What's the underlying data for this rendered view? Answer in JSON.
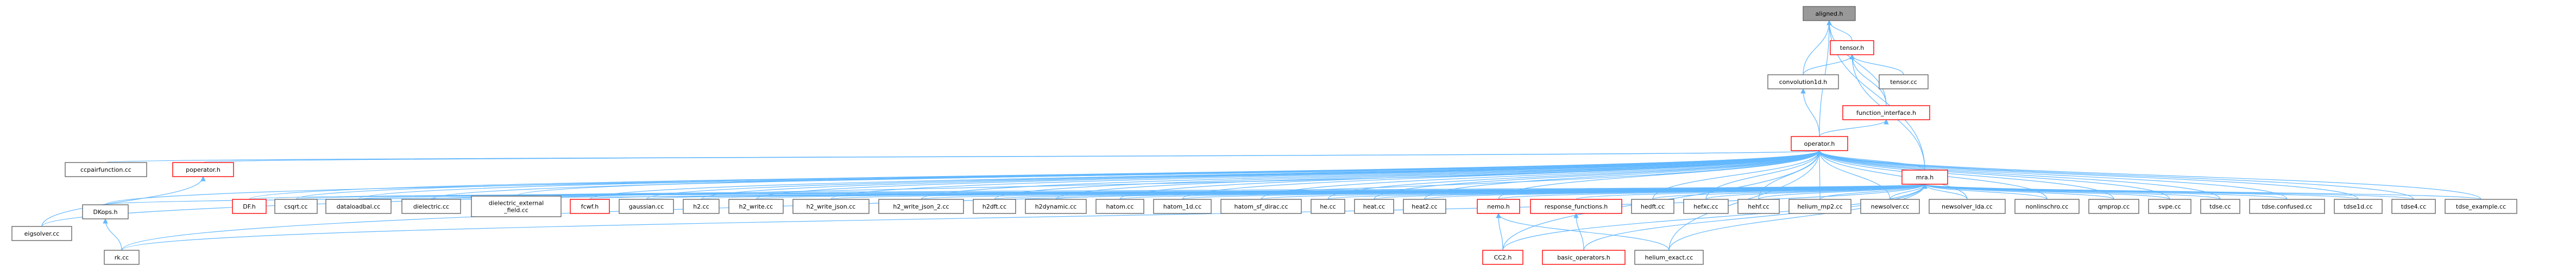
{
  "colors": {
    "edge": "#63b8ff",
    "default_border": "#666666",
    "highlight_border": "#ff0000",
    "root_fill": "#999999",
    "node_fill": "#ffffff"
  },
  "nodes": [
    {
      "id": "aligned",
      "label": "aligned.h",
      "style": "root"
    },
    {
      "id": "tensor_h",
      "label": "tensor.h",
      "style": "red"
    },
    {
      "id": "tensor_cc",
      "label": "tensor.cc",
      "style": "normal"
    },
    {
      "id": "convolution1d",
      "label": "convolution1d.h",
      "style": "normal"
    },
    {
      "id": "function_interface",
      "label": "function_interface.h",
      "style": "red"
    },
    {
      "id": "operator",
      "label": "operator.h",
      "style": "red"
    },
    {
      "id": "ccpar",
      "label": "ccpairfunction.cc",
      "style": "normal"
    },
    {
      "id": "poperator",
      "label": "poperator.h",
      "style": "red"
    },
    {
      "id": "mra",
      "label": "mra.h",
      "style": "red"
    },
    {
      "id": "eigsolver",
      "label": "eigsolver.cc",
      "style": "normal"
    },
    {
      "id": "dkops",
      "label": "DKops.h",
      "style": "normal"
    },
    {
      "id": "df",
      "label": "DF.h",
      "style": "red"
    },
    {
      "id": "csqrt",
      "label": "csqrt.cc",
      "style": "normal"
    },
    {
      "id": "dataloadbal",
      "label": "dataloadbal.cc",
      "style": "normal"
    },
    {
      "id": "dielectric",
      "label": "dielectric.cc",
      "style": "normal"
    },
    {
      "id": "dielectric_ext",
      "label": "dielectric_external\n_field.cc",
      "style": "normal"
    },
    {
      "id": "fcwf",
      "label": "fcwf.h",
      "style": "red"
    },
    {
      "id": "gaussian",
      "label": "gaussian.cc",
      "style": "normal"
    },
    {
      "id": "h2",
      "label": "h2.cc",
      "style": "normal"
    },
    {
      "id": "h2_write",
      "label": "h2_write.cc",
      "style": "normal"
    },
    {
      "id": "h2_write_json",
      "label": "h2_write_json.cc",
      "style": "normal"
    },
    {
      "id": "h2_write_json_2",
      "label": "h2_write_json_2.cc",
      "style": "normal"
    },
    {
      "id": "h2dft",
      "label": "h2dft.cc",
      "style": "normal"
    },
    {
      "id": "h2dynamic",
      "label": "h2dynamic.cc",
      "style": "normal"
    },
    {
      "id": "hatom",
      "label": "hatom.cc",
      "style": "normal"
    },
    {
      "id": "hatom_1d",
      "label": "hatom_1d.cc",
      "style": "normal"
    },
    {
      "id": "hatom_sf_dirac",
      "label": "hatom_sf_dirac.cc",
      "style": "normal"
    },
    {
      "id": "he",
      "label": "he.cc",
      "style": "normal"
    },
    {
      "id": "heat",
      "label": "heat.cc",
      "style": "normal"
    },
    {
      "id": "heat2",
      "label": "heat2.cc",
      "style": "normal"
    },
    {
      "id": "nemo",
      "label": "nemo.h",
      "style": "red"
    },
    {
      "id": "response",
      "label": "response_functions.h",
      "style": "red"
    },
    {
      "id": "hedft",
      "label": "hedft.cc",
      "style": "normal"
    },
    {
      "id": "hefxc",
      "label": "hefxc.cc",
      "style": "normal"
    },
    {
      "id": "hehf",
      "label": "hehf.cc",
      "style": "normal"
    },
    {
      "id": "helium_mp2",
      "label": "helium_mp2.cc",
      "style": "normal"
    },
    {
      "id": "newsolver",
      "label": "newsolver.cc",
      "style": "normal"
    },
    {
      "id": "newsolver_lda",
      "label": "newsolver_lda.cc",
      "style": "normal"
    },
    {
      "id": "nonlinschro",
      "label": "nonlinschro.cc",
      "style": "normal"
    },
    {
      "id": "qmprop",
      "label": "qmprop.cc",
      "style": "normal"
    },
    {
      "id": "sdf_shape",
      "label": "svpe.cc",
      "style": "normal"
    },
    {
      "id": "tdse",
      "label": "tdse.cc",
      "style": "normal"
    },
    {
      "id": "tdse_confused",
      "label": "tdse.confused.cc",
      "style": "normal"
    },
    {
      "id": "tdse1d",
      "label": "tdse1d.cc",
      "style": "normal"
    },
    {
      "id": "tdse4",
      "label": "tdse4.cc",
      "style": "normal"
    },
    {
      "id": "tdse_example",
      "label": "tdse_example.cc",
      "style": "normal"
    },
    {
      "id": "rk",
      "label": "rk.cc",
      "style": "normal"
    },
    {
      "id": "cc2",
      "label": "CC2.h",
      "style": "red"
    },
    {
      "id": "basic_ops",
      "label": "basic_operators.h",
      "style": "red"
    },
    {
      "id": "helium_exact",
      "label": "helium_exact.cc",
      "style": "normal"
    }
  ],
  "edges": [
    [
      "tensor_h",
      "aligned"
    ],
    [
      "convolution1d",
      "aligned"
    ],
    [
      "function_interface",
      "aligned"
    ],
    [
      "mra",
      "aligned"
    ],
    [
      "operator",
      "aligned"
    ],
    [
      "tensor_cc",
      "tensor_h"
    ],
    [
      "convolution1d",
      "tensor_h"
    ],
    [
      "function_interface",
      "tensor_h"
    ],
    [
      "mra",
      "tensor_h"
    ],
    [
      "operator",
      "convolution1d"
    ],
    [
      "operator",
      "function_interface"
    ],
    [
      "ccpar",
      "operator"
    ],
    [
      "poperator",
      "operator"
    ],
    [
      "mra",
      "operator"
    ],
    [
      "eigsolver",
      "operator"
    ],
    [
      "dkops",
      "operator"
    ],
    [
      "df",
      "operator"
    ],
    [
      "csqrt",
      "operator"
    ],
    [
      "dataloadbal",
      "operator"
    ],
    [
      "dielectric",
      "operator"
    ],
    [
      "dielectric_ext",
      "operator"
    ],
    [
      "fcwf",
      "operator"
    ],
    [
      "gaussian",
      "operator"
    ],
    [
      "h2",
      "operator"
    ],
    [
      "h2_write",
      "operator"
    ],
    [
      "h2_write_json",
      "operator"
    ],
    [
      "h2_write_json_2",
      "operator"
    ],
    [
      "h2dft",
      "operator"
    ],
    [
      "h2dynamic",
      "operator"
    ],
    [
      "hatom",
      "operator"
    ],
    [
      "hatom_1d",
      "operator"
    ],
    [
      "hatom_sf_dirac",
      "operator"
    ],
    [
      "he",
      "operator"
    ],
    [
      "heat",
      "operator"
    ],
    [
      "heat2",
      "operator"
    ],
    [
      "nemo",
      "operator"
    ],
    [
      "hedft",
      "operator"
    ],
    [
      "hefxc",
      "operator"
    ],
    [
      "hehf",
      "operator"
    ],
    [
      "helium_mp2",
      "operator"
    ],
    [
      "newsolver",
      "operator"
    ],
    [
      "newsolver_lda",
      "operator"
    ],
    [
      "nonlinschro",
      "operator"
    ],
    [
      "qmprop",
      "operator"
    ],
    [
      "sdf_shape",
      "operator"
    ],
    [
      "tdse",
      "operator"
    ],
    [
      "tdse_confused",
      "operator"
    ],
    [
      "tdse1d",
      "operator"
    ],
    [
      "tdse4",
      "operator"
    ],
    [
      "tdse_example",
      "operator"
    ],
    [
      "rk",
      "operator"
    ],
    [
      "cc2",
      "operator"
    ],
    [
      "helium_exact",
      "operator"
    ],
    [
      "eigsolver",
      "poperator"
    ],
    [
      "dkops",
      "mra"
    ],
    [
      "df",
      "mra"
    ],
    [
      "csqrt",
      "mra"
    ],
    [
      "dataloadbal",
      "mra"
    ],
    [
      "dielectric",
      "mra"
    ],
    [
      "dielectric_ext",
      "mra"
    ],
    [
      "fcwf",
      "mra"
    ],
    [
      "gaussian",
      "mra"
    ],
    [
      "h2",
      "mra"
    ],
    [
      "h2_write",
      "mra"
    ],
    [
      "h2_write_json",
      "mra"
    ],
    [
      "h2_write_json_2",
      "mra"
    ],
    [
      "h2dft",
      "mra"
    ],
    [
      "h2dynamic",
      "mra"
    ],
    [
      "hatom",
      "mra"
    ],
    [
      "hatom_1d",
      "mra"
    ],
    [
      "hatom_sf_dirac",
      "mra"
    ],
    [
      "he",
      "mra"
    ],
    [
      "heat",
      "mra"
    ],
    [
      "heat2",
      "mra"
    ],
    [
      "nemo",
      "mra"
    ],
    [
      "response",
      "mra"
    ],
    [
      "hedft",
      "mra"
    ],
    [
      "hefxc",
      "mra"
    ],
    [
      "hehf",
      "mra"
    ],
    [
      "helium_mp2",
      "mra"
    ],
    [
      "newsolver",
      "mra"
    ],
    [
      "newsolver_lda",
      "mra"
    ],
    [
      "nonlinschro",
      "mra"
    ],
    [
      "qmprop",
      "mra"
    ],
    [
      "sdf_shape",
      "mra"
    ],
    [
      "tdse",
      "mra"
    ],
    [
      "tdse_confused",
      "mra"
    ],
    [
      "tdse1d",
      "mra"
    ],
    [
      "tdse4",
      "mra"
    ],
    [
      "tdse_example",
      "mra"
    ],
    [
      "rk",
      "mra"
    ],
    [
      "cc2",
      "mra"
    ],
    [
      "basic_ops",
      "mra"
    ],
    [
      "helium_exact",
      "mra"
    ],
    [
      "rk",
      "dkops"
    ],
    [
      "cc2",
      "nemo"
    ],
    [
      "basic_ops",
      "response"
    ],
    [
      "helium_exact",
      "nemo"
    ]
  ]
}
